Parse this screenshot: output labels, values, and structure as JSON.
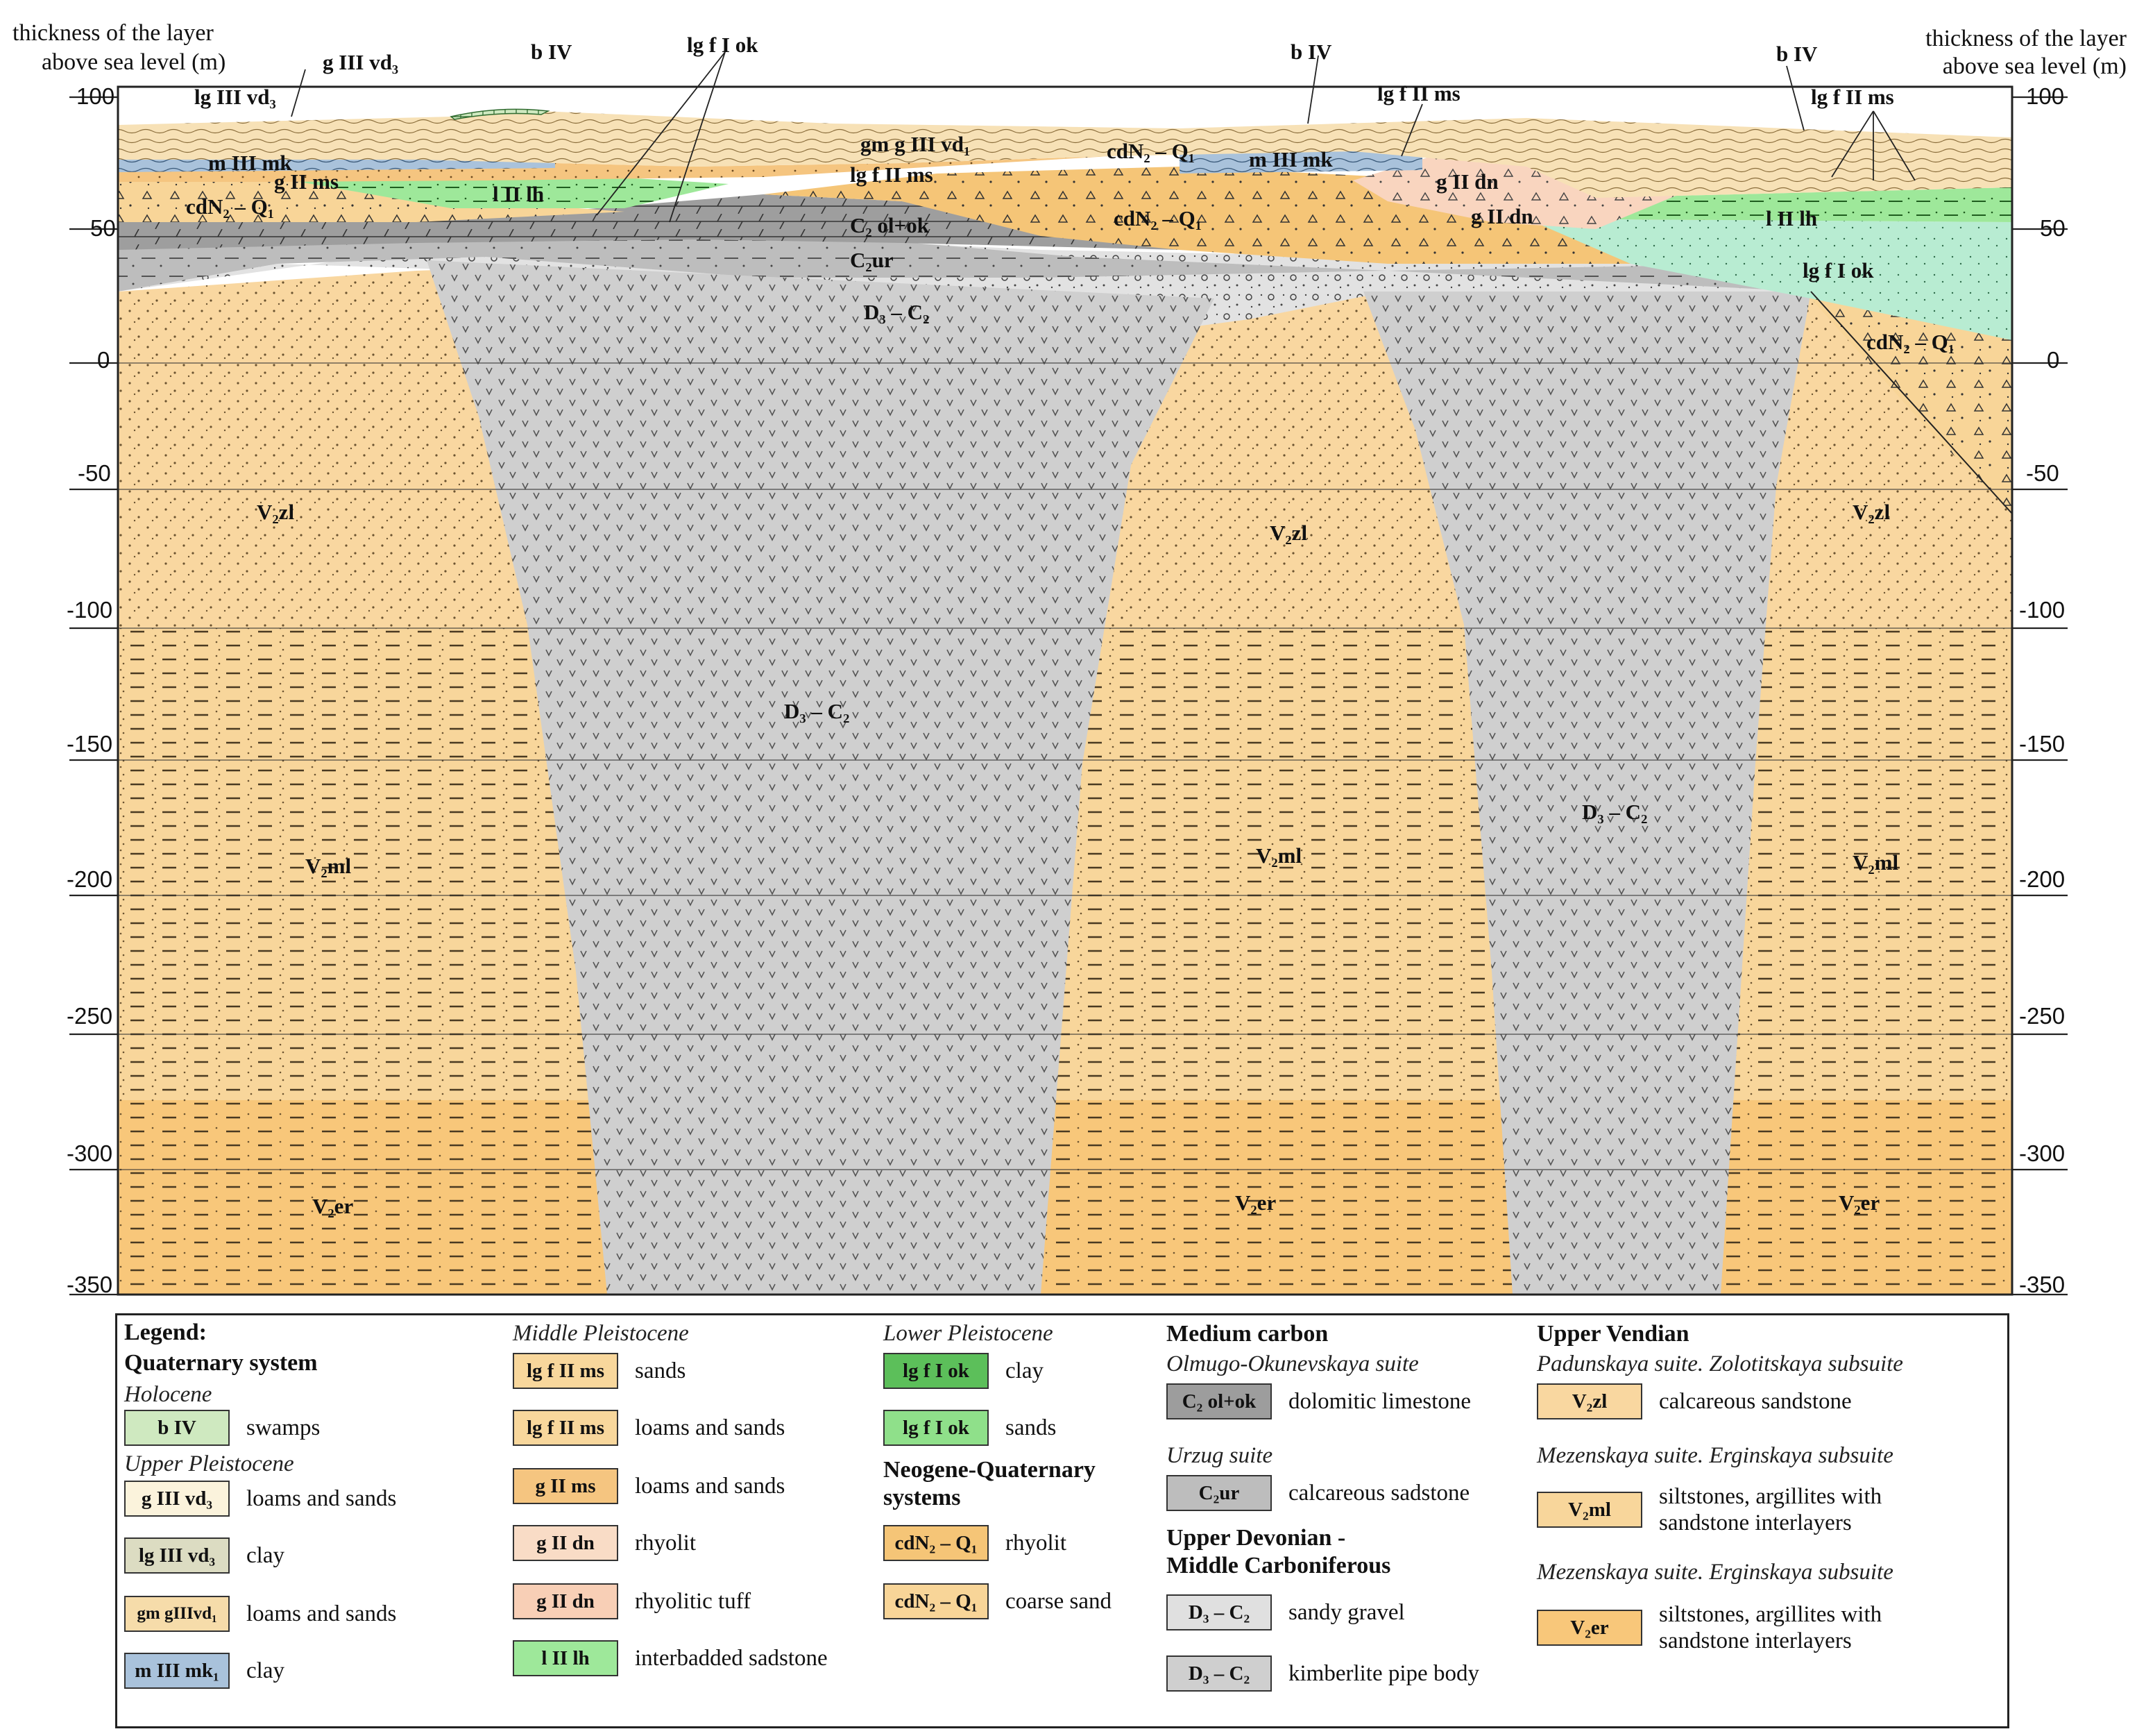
{
  "axis": {
    "left_title_1": "thickness of the layer",
    "left_title_2": "above sea level (m)",
    "right_title_1": "thickness of the layer",
    "right_title_2": "above sea level (m)",
    "ticks": [
      "100",
      "50",
      "0",
      "-50",
      "-100",
      "-150",
      "-200",
      "-250",
      "-300",
      "-350"
    ]
  },
  "section_labels": {
    "lgIIIvd3": "lg III vd₃",
    "gIIIvd3": "g III vd₃",
    "bIV": "b IV",
    "lgfIok_top": "lg f I ok",
    "mIIImk": "m III mk",
    "gIIms": "g II ms",
    "lIIlh": "l II lh",
    "cdN2Q1_left": "cdN₂ – Q₁",
    "gmgIIIvd1": "gm g III vd₁",
    "lgfIIms_mid": "lg f II ms",
    "C2olok": "C₂ ol+ok",
    "C2ur": "C₂ur",
    "cdN2Q1_mid": "cdN₂ – Q₁",
    "D3C2_gravel": "D₃ – C₂",
    "bIV_mid": "b IV",
    "lgfIIms_top": "lg f II ms",
    "cdN2Q1_top": "cdN₂ – Q₁",
    "mIIImk_right": "m III mk",
    "gIIdn_1": "g II dn",
    "gIIdn_2": "g II dn",
    "bIV_right": "b IV",
    "lgfIIms_right": "lg f II ms",
    "lIIlh_right": "l II lh",
    "lgfIok_right": "lg f I ok",
    "cdN2Q1_right": "cdN₂ – Q₁",
    "V2zl_left": "V₂zl",
    "V2zl_mid": "V₂zl",
    "V2zl_right": "V₂zl",
    "D3C2_pipe1": "D₃ – C₂",
    "D3C2_pipe2": "D₃ – C₂",
    "V2ml_left": "V₂ml",
    "V2ml_mid": "V₂ml",
    "V2ml_right": "V₂ml",
    "V2er_left": "V₂er",
    "V2er_mid": "V₂er",
    "V2er_right": "V₂er"
  },
  "legend": {
    "title": "Legend:",
    "quaternary": "Quaternary system",
    "holocene": "Holocene",
    "b_IV": {
      "code": "b IV",
      "desc": "swamps",
      "color": "#e3f1d6"
    },
    "upper_pleistocene": "Upper Pleistocene",
    "g_III_vd3": {
      "code": "g III vd₃",
      "desc": "loams and sands",
      "color": "#fbf3dc"
    },
    "lg_III_vd3": {
      "code": "lg III vd₃",
      "desc": "clay",
      "color": "#dcdcc2"
    },
    "gm_gIII_vd1": {
      "code": "gm gIIIvd₁",
      "desc": "loams and sands",
      "color": "#f6dcaa"
    },
    "m_III_mk": {
      "code": "m III mk₁",
      "desc": "clay",
      "color": "#a9c2db"
    },
    "middle_pleistocene": "Middle Pleistocene",
    "lg_f_II_ms_sand": {
      "code": "lg f II ms",
      "desc": "sands",
      "color": "#f8d79c"
    },
    "lg_f_II_ms_loam": {
      "code": "lg f II ms",
      "desc": "loams and sands",
      "color": "#f8d79c"
    },
    "g_II_ms": {
      "code": "g II ms",
      "desc": "loams and sands",
      "color": "#f5c580"
    },
    "g_II_dn_rhy": {
      "code": "g II dn",
      "desc": "rhyolit",
      "color": "#f9dcc6"
    },
    "g_II_dn_tuff": {
      "code": "g II dn",
      "desc": "rhyolitic tuff",
      "color": "#f8cfb6"
    },
    "l_II_lh": {
      "code": "l II lh",
      "desc": "interbadded sadstone",
      "color": "#9ee89a"
    },
    "lower_pleistocene": "Lower Pleistocene",
    "lg_f_I_ok_clay": {
      "code": "lg f I ok",
      "desc": "clay",
      "color": "#5cbf5a"
    },
    "lg_f_I_ok_sand": {
      "code": "lg f I ok",
      "desc": "sands",
      "color": "#8fe08a"
    },
    "neogene_1": "Neogene-Quaternary",
    "neogene_2": "systems",
    "cdN2_Q1_rhy": {
      "code": "cdN₂ – Q₁",
      "desc": "rhyolit",
      "color": "#f5c577"
    },
    "cdN2_Q1_sand": {
      "code": "cdN₂ – Q₁",
      "desc": "coarse sand",
      "color": "#f8d598"
    },
    "medium_carbon": "Medium carbon",
    "olmugo": "Olmugo-Okunevskaya suite",
    "C2_ol_ok": {
      "code": "C₂ ol+ok",
      "desc": "dolomitic limestone",
      "color": "#9d9d9d"
    },
    "urzug": "Urzug suite",
    "C2_ur": {
      "code": "C₂ur",
      "desc": "calcareous sadstone",
      "color": "#bdbdbd"
    },
    "upper_devonian_1": "Upper Devonian -",
    "upper_devonian_2": "Middle Carboniferous",
    "D3_C2_gravel": {
      "code": "D₃ – C₂",
      "desc": "sandy gravel",
      "color": "#e0e0e0"
    },
    "D3_C2_pipe": {
      "code": "D₃ – C₂",
      "desc": "kimberlite pipe body",
      "color": "#cfcfcf"
    },
    "upper_vendian": "Upper Vendian",
    "padunskaya": "Padunskaya suite. Zolotitskaya subsuite",
    "V2_zl": {
      "code": "V₂zl",
      "desc": "calcareous sandstone",
      "color": "#f9d7a0"
    },
    "mezenskaya_1": "Mezenskaya suite. Erginskaya subsuite",
    "V2_ml": {
      "code": "V₂ml",
      "desc": "siltstones, argillites with sandstone interlayers",
      "color": "#f8d69b"
    },
    "mezenskaya_2": "Mezenskaya suite. Erginskaya subsuite",
    "V2_er": {
      "code": "V₂er",
      "desc": "siltstones, argillites with sandstone interlayers",
      "color": "#f8c77a"
    }
  }
}
